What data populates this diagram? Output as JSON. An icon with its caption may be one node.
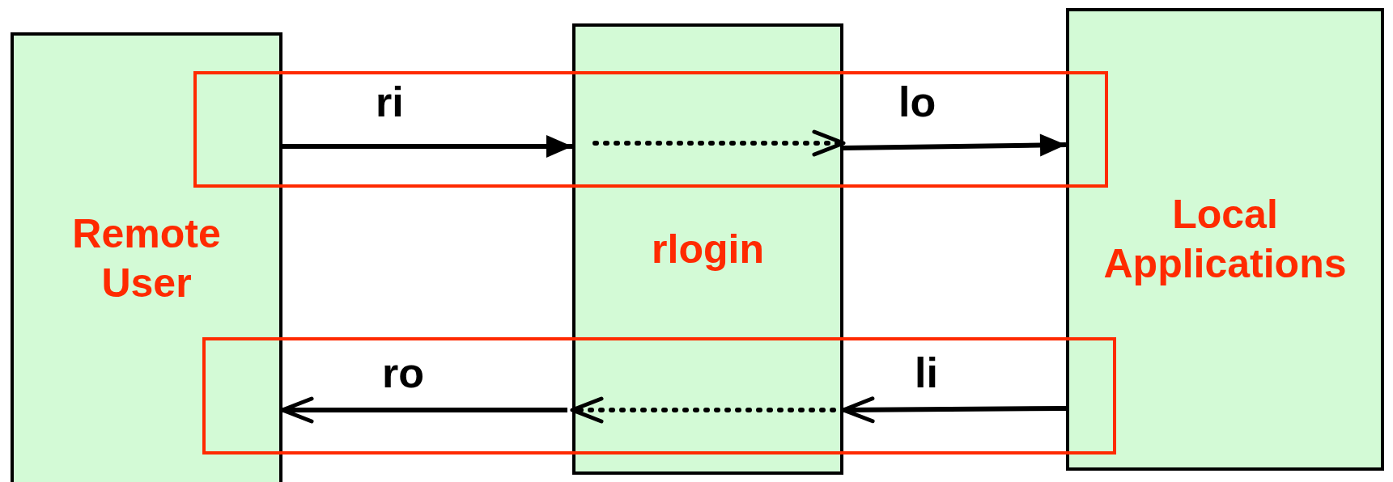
{
  "diagram": {
    "nodes": [
      {
        "text": [
          "Remote User"
        ]
      },
      {
        "text": [
          "rlogin"
        ]
      },
      {
        "text": [
          "Local Applications"
        ]
      }
    ],
    "edges": [
      {
        "from": 0,
        "to": 1,
        "arrow": "to",
        "label": "ri"
      },
      {
        "from": null,
        "to": 1,
        "arrow": "to",
        "style": "dashed"
      },
      {
        "from": 1,
        "to": 2,
        "arrow": "to",
        "label": "lo"
      },
      {
        "from": 2,
        "to": 1,
        "arrow": "to",
        "label": "li"
      },
      {
        "from": null,
        "to": 1,
        "arrow": "to",
        "style": "dashed"
      },
      {
        "from": 1,
        "to": 0,
        "arrow": "to",
        "label": "ro"
      }
    ]
  }
}
